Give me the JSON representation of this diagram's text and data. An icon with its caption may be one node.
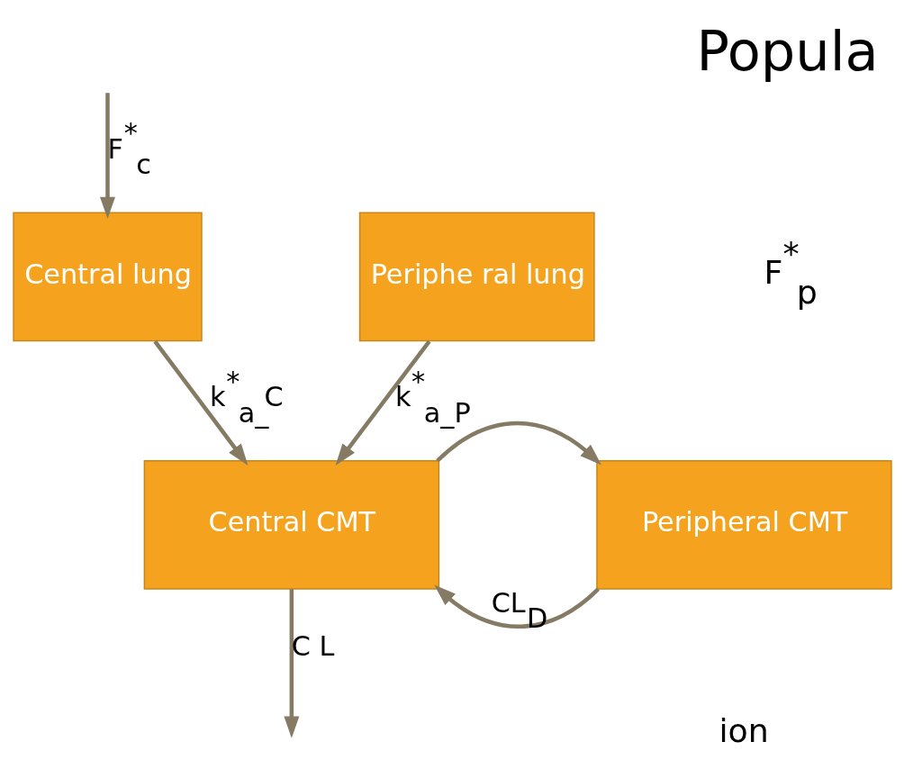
{
  "diagram": {
    "title": "Popula",
    "nodes": [
      {
        "text": [
          "Central lung"
        ]
      },
      {
        "text": [
          "Periphe ral lung"
        ]
      },
      {
        "text": [
          "Central CMT"
        ]
      },
      {
        "text": [
          "Peripheral CMT"
        ]
      }
    ],
    "edges": [
      {
        "from": null,
        "to": 0,
        "arrow": "to",
        "label": "F$^{*}$$_{c}$"
      },
      {
        "from": 0,
        "to": 2,
        "arrow": "to",
        "label": "k$^{*}$$_{a_}$C"
      },
      {
        "from": 1,
        "to": 2,
        "arrow": "to",
        "label": "k$^{*}$$_{a_P}$"
      },
      {
        "from": 2,
        "to": 3,
        "arrow": "to"
      },
      {
        "from": 3,
        "to": 2,
        "arrow": "to",
        "label": "CL$_{D}$"
      },
      {
        "from": 2,
        "to": null,
        "arrow": "to",
        "label": "C L"
      }
    ],
    "labels": [
      "F$^{*}$$_{p}$",
      "ion"
    ]
  }
}
